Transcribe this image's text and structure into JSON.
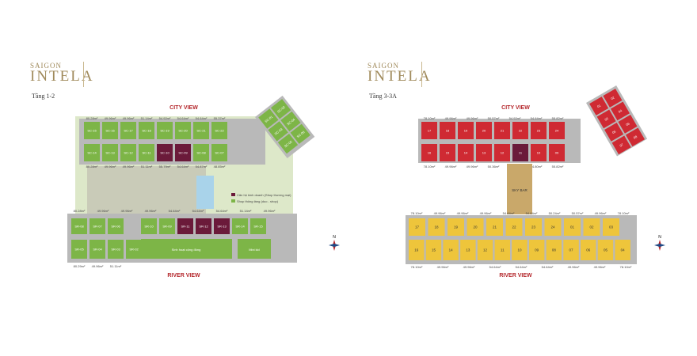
{
  "left": {
    "brand_top": "SAIGON",
    "brand_main": "INTELA",
    "floor": "Tầng 1-2",
    "city_view": "CITY VIEW",
    "river_view": "RIVER VIEW",
    "legend": {
      "item1": "Căn hộ kinh doanh (Shop thương mại)",
      "item2": "Shop thông tầng (duo - shop)"
    },
    "top_row_units": [
      "SC-15",
      "SC-16",
      "SC-17",
      "SC-18",
      "SC-19",
      "SC-20",
      "SC-21",
      "SC-22"
    ],
    "second_row_units": [
      "SC-14",
      "SC-13",
      "SC-12",
      "SC-11",
      "SC-10",
      "SC-09",
      "SC-08",
      "SC-07"
    ],
    "corner_units": [
      "SC-01",
      "SC-02",
      "SC-03",
      "SC-04",
      "SC-05",
      "SC-06"
    ],
    "river_units": [
      "SR-08",
      "SR-07",
      "SR-06",
      "SR-05",
      "SR-04",
      "SR-03",
      "SR-02",
      "SR-01",
      "SR-10",
      "SR-09",
      "SR-11",
      "SR-12",
      "SR-13",
      "SR-14",
      "SR-15"
    ],
    "community_label": "Sinh hoạt cộng đồng",
    "mini_label": "Mini kid",
    "areas_top": [
      "80.28m²",
      "49.96m²",
      "49.96m²",
      "51.14m²",
      "54.92m²",
      "54.64m²",
      "54.64m²",
      "55.37m²"
    ],
    "areas_mid": [
      "80.28m²",
      "49.96m²",
      "49.96m²",
      "51.11m²",
      "55.79m²",
      "54.64m²",
      "54.87m²",
      "48.85m²"
    ],
    "areas_river_top": [
      "80.28m²",
      "49.96m²",
      "49.96m²",
      "49.96m²",
      "54.64m²",
      "54.64m²",
      "54.64m²",
      "51.14m²",
      "49.96m²"
    ],
    "areas_river_bot": [
      "80.29m²",
      "49.96m²",
      "51.11m²"
    ],
    "compass_n": "N"
  },
  "right": {
    "brand_top": "SAIGON",
    "brand_main": "INTELA",
    "floor": "Tầng 3-3A",
    "city_view": "CITY VIEW",
    "river_view": "RIVER VIEW",
    "sky_bar": "SKY BAR",
    "city_top_units": [
      "17",
      "18",
      "19",
      "20",
      "21",
      "22",
      "23",
      "24"
    ],
    "city_bot_units": [
      "16",
      "15",
      "14",
      "13",
      "12",
      "11",
      "10",
      "09"
    ],
    "corner_units": [
      "01",
      "02",
      "03",
      "04",
      "05",
      "06",
      "07",
      "08"
    ],
    "river_top_units": [
      "17",
      "18",
      "19",
      "20",
      "21",
      "22",
      "23",
      "24",
      "01",
      "02",
      "03"
    ],
    "river_bot_units": [
      "16",
      "15",
      "14",
      "13",
      "12",
      "11",
      "10",
      "09",
      "08",
      "07",
      "06",
      "05",
      "04"
    ],
    "areas_city_top": [
      "78.10m²",
      "49.96m²",
      "49.96m²",
      "50.57m²",
      "54.92m²",
      "54.64m²",
      "55.82m²"
    ],
    "areas_city_bot": [
      "78.10m²",
      "49.96m²",
      "49.96m²",
      "50.36m²",
      "55.36m²",
      "54.80m²",
      "55.82m²"
    ],
    "areas_river_top": [
      "78.10m²",
      "49.96m²",
      "49.96m²",
      "49.96m²",
      "54.64m²",
      "54.64m²",
      "50.24m²",
      "50.57m²",
      "49.96m²",
      "78.10m²"
    ],
    "areas_river_bot": [
      "78.10m²",
      "49.96m²",
      "49.96m²",
      "54.64m²",
      "54.64m²",
      "54.64m²",
      "49.96m²",
      "49.96m²",
      "78.10m²"
    ],
    "compass_n": "N"
  },
  "colors": {
    "green": "#7db547",
    "purple": "#6b1a3a",
    "red": "#cf2a33",
    "yellow": "#eec53b",
    "grey": "#b9b9b9",
    "water": "#a9d3ea",
    "gold": "#a08a5b"
  }
}
